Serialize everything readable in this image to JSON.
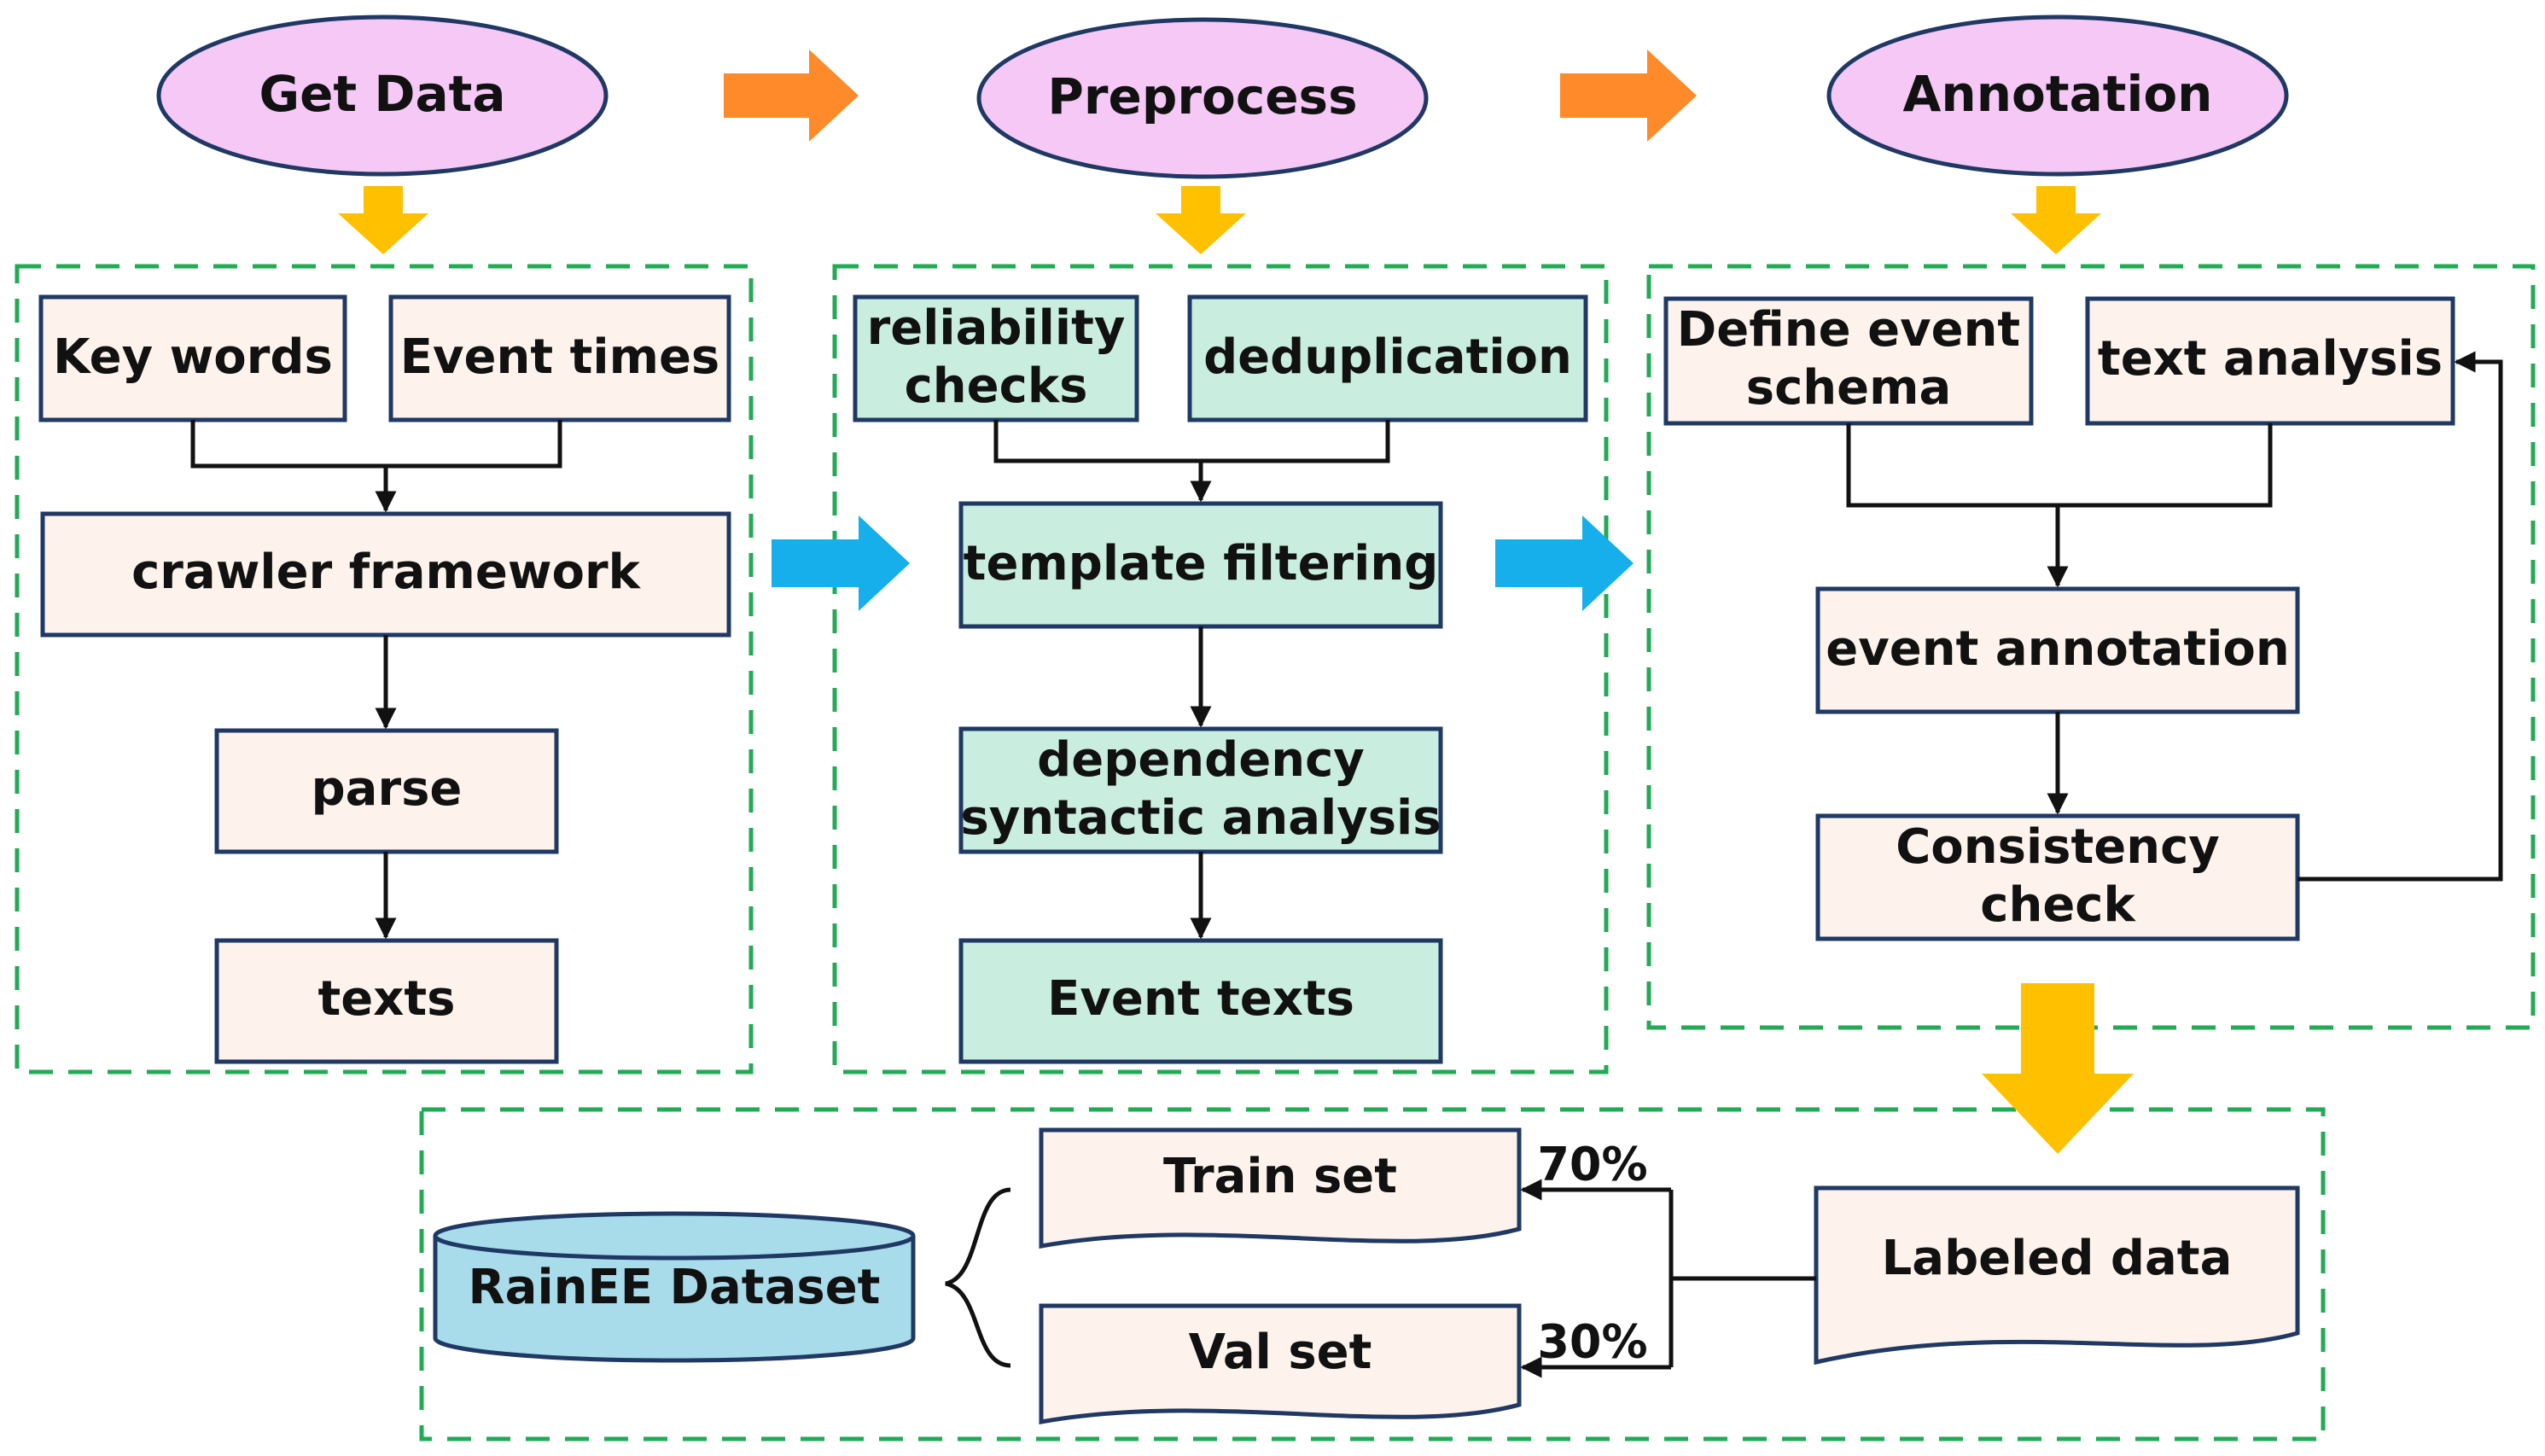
{
  "stages": [
    {
      "label": "Get Data"
    },
    {
      "label": "Preprocess"
    },
    {
      "label": "Annotation"
    }
  ],
  "get_data": {
    "key_words": "Key words",
    "event_times": "Event times",
    "crawler": "crawler framework",
    "parse": "parse",
    "texts": "texts"
  },
  "preprocess": {
    "reliability": [
      "reliability",
      "checks"
    ],
    "dedup": "deduplication",
    "template": "template filtering",
    "dependency": [
      "dependency",
      "syntactic analysis"
    ],
    "event_texts": "Event texts"
  },
  "annotation": {
    "define_schema": [
      "Define event",
      "schema"
    ],
    "text_analysis": "text analysis",
    "event_annotation": "event annotation",
    "consistency": [
      "Consistency",
      "check"
    ]
  },
  "dataset": {
    "name": "RainEE Dataset",
    "train": "Train set",
    "val": "Val set",
    "train_pct": "70%",
    "val_pct": "30%",
    "labeled": "Labeled data"
  },
  "colors": {
    "ellipse_fill": "#F5C8F5",
    "box_fill_peach": "#FDF3EC",
    "box_fill_mint": "#C9EEDF",
    "box_stroke": "#1F3864",
    "dashed_green": "#22AA55",
    "arrow_orange": "#FF8A2A",
    "arrow_yellow": "#FFC000",
    "arrow_blue": "#16AEEB",
    "cylinder_fill": "#A8DCEB"
  }
}
